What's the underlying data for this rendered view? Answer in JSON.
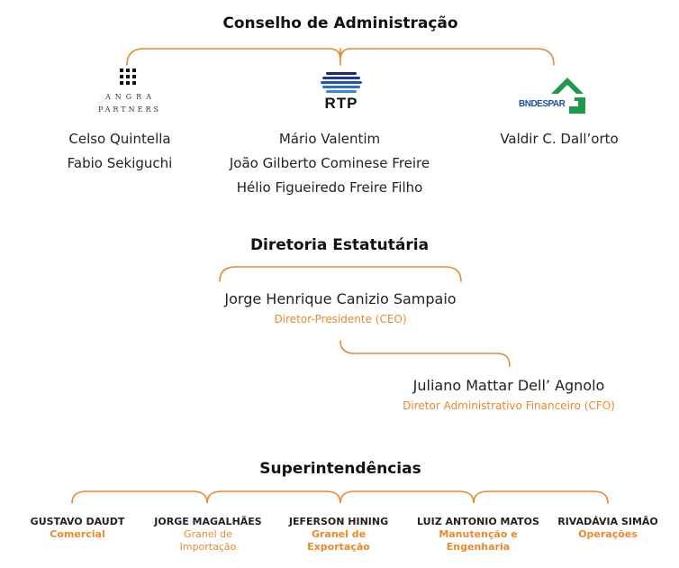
{
  "colors": {
    "accent": "#e8892e",
    "text": "#222222",
    "bndes_green": "#1f9a4a",
    "bndes_blue": "#1c4e9c"
  },
  "board": {
    "title": "Conselho de Administração",
    "members": [
      {
        "logo": {
          "icon": "angra-partners-logo",
          "line1": "ANGRA",
          "line2": "PARTNERS"
        },
        "names": [
          "Celso Quintella",
          "Fabio Sekiguchi"
        ]
      },
      {
        "logo": {
          "icon": "rtp-logo",
          "text": "RTP"
        },
        "names": [
          "Mário Valentim",
          "João Gilberto Cominese Freire",
          "Hélio Figueiredo Freire Filho"
        ]
      },
      {
        "logo": {
          "icon": "bndespar-logo",
          "text": "BNDESPAR"
        },
        "names": [
          "Valdir C. Dall’orto"
        ]
      }
    ]
  },
  "directors": {
    "title": "Diretoria Estatutária",
    "ceo": {
      "name": "Jorge Henrique Canizio Sampaio",
      "role": "Diretor-Presidente (CEO)"
    },
    "cfo": {
      "name": "Juliano Mattar Dell’ Agnolo",
      "role": "Diretor Administrativo Financeiro (CFO)"
    }
  },
  "superintendencies": {
    "title": "Superintendências",
    "items": [
      {
        "name": "GUSTAVO DAUDT",
        "area": [
          "Comercial"
        ]
      },
      {
        "name": "JORGE MAGALHÃES",
        "area": [
          "Granel de",
          "Importação"
        ]
      },
      {
        "name": "JEFERSON HINING",
        "area": [
          "Granel de",
          "Exportação"
        ]
      },
      {
        "name": "LUIZ ANTONIO MATOS",
        "area": [
          "Manutenção e",
          "Engenharia"
        ]
      },
      {
        "name": "RIVADÁVIA SIMÃO",
        "area": [
          "Operações"
        ]
      }
    ]
  }
}
